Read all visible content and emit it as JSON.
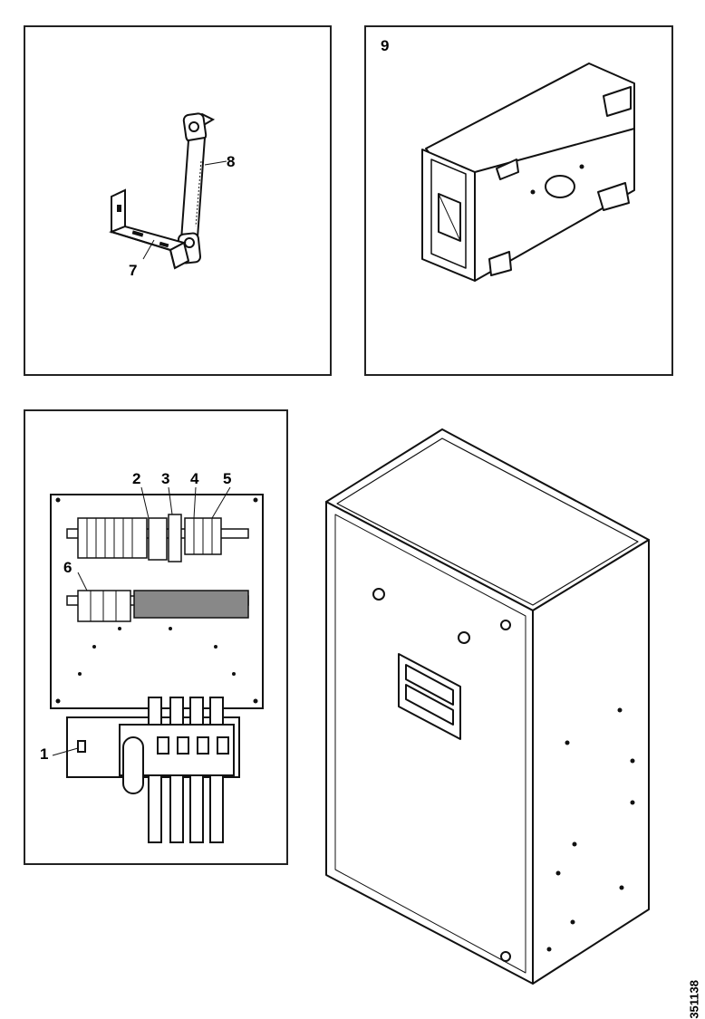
{
  "callouts": {
    "panel1_label_8": "8",
    "panel1_label_7": "7",
    "panel2_label_9": "9",
    "panel3_label_1": "1",
    "panel3_label_2": "2",
    "panel3_label_3": "3",
    "panel3_label_4": "4",
    "panel3_label_5": "5",
    "panel3_label_6": "6"
  },
  "document_number": "351138",
  "icons": {
    "bracket_and_strap": "bracket-with-grounding-strap-icon",
    "door_bracket": "switch-mounting-box-icon",
    "mounting_plate": "mounting-plate-assembly-icon",
    "enclosure": "electrical-cabinet-icon"
  }
}
